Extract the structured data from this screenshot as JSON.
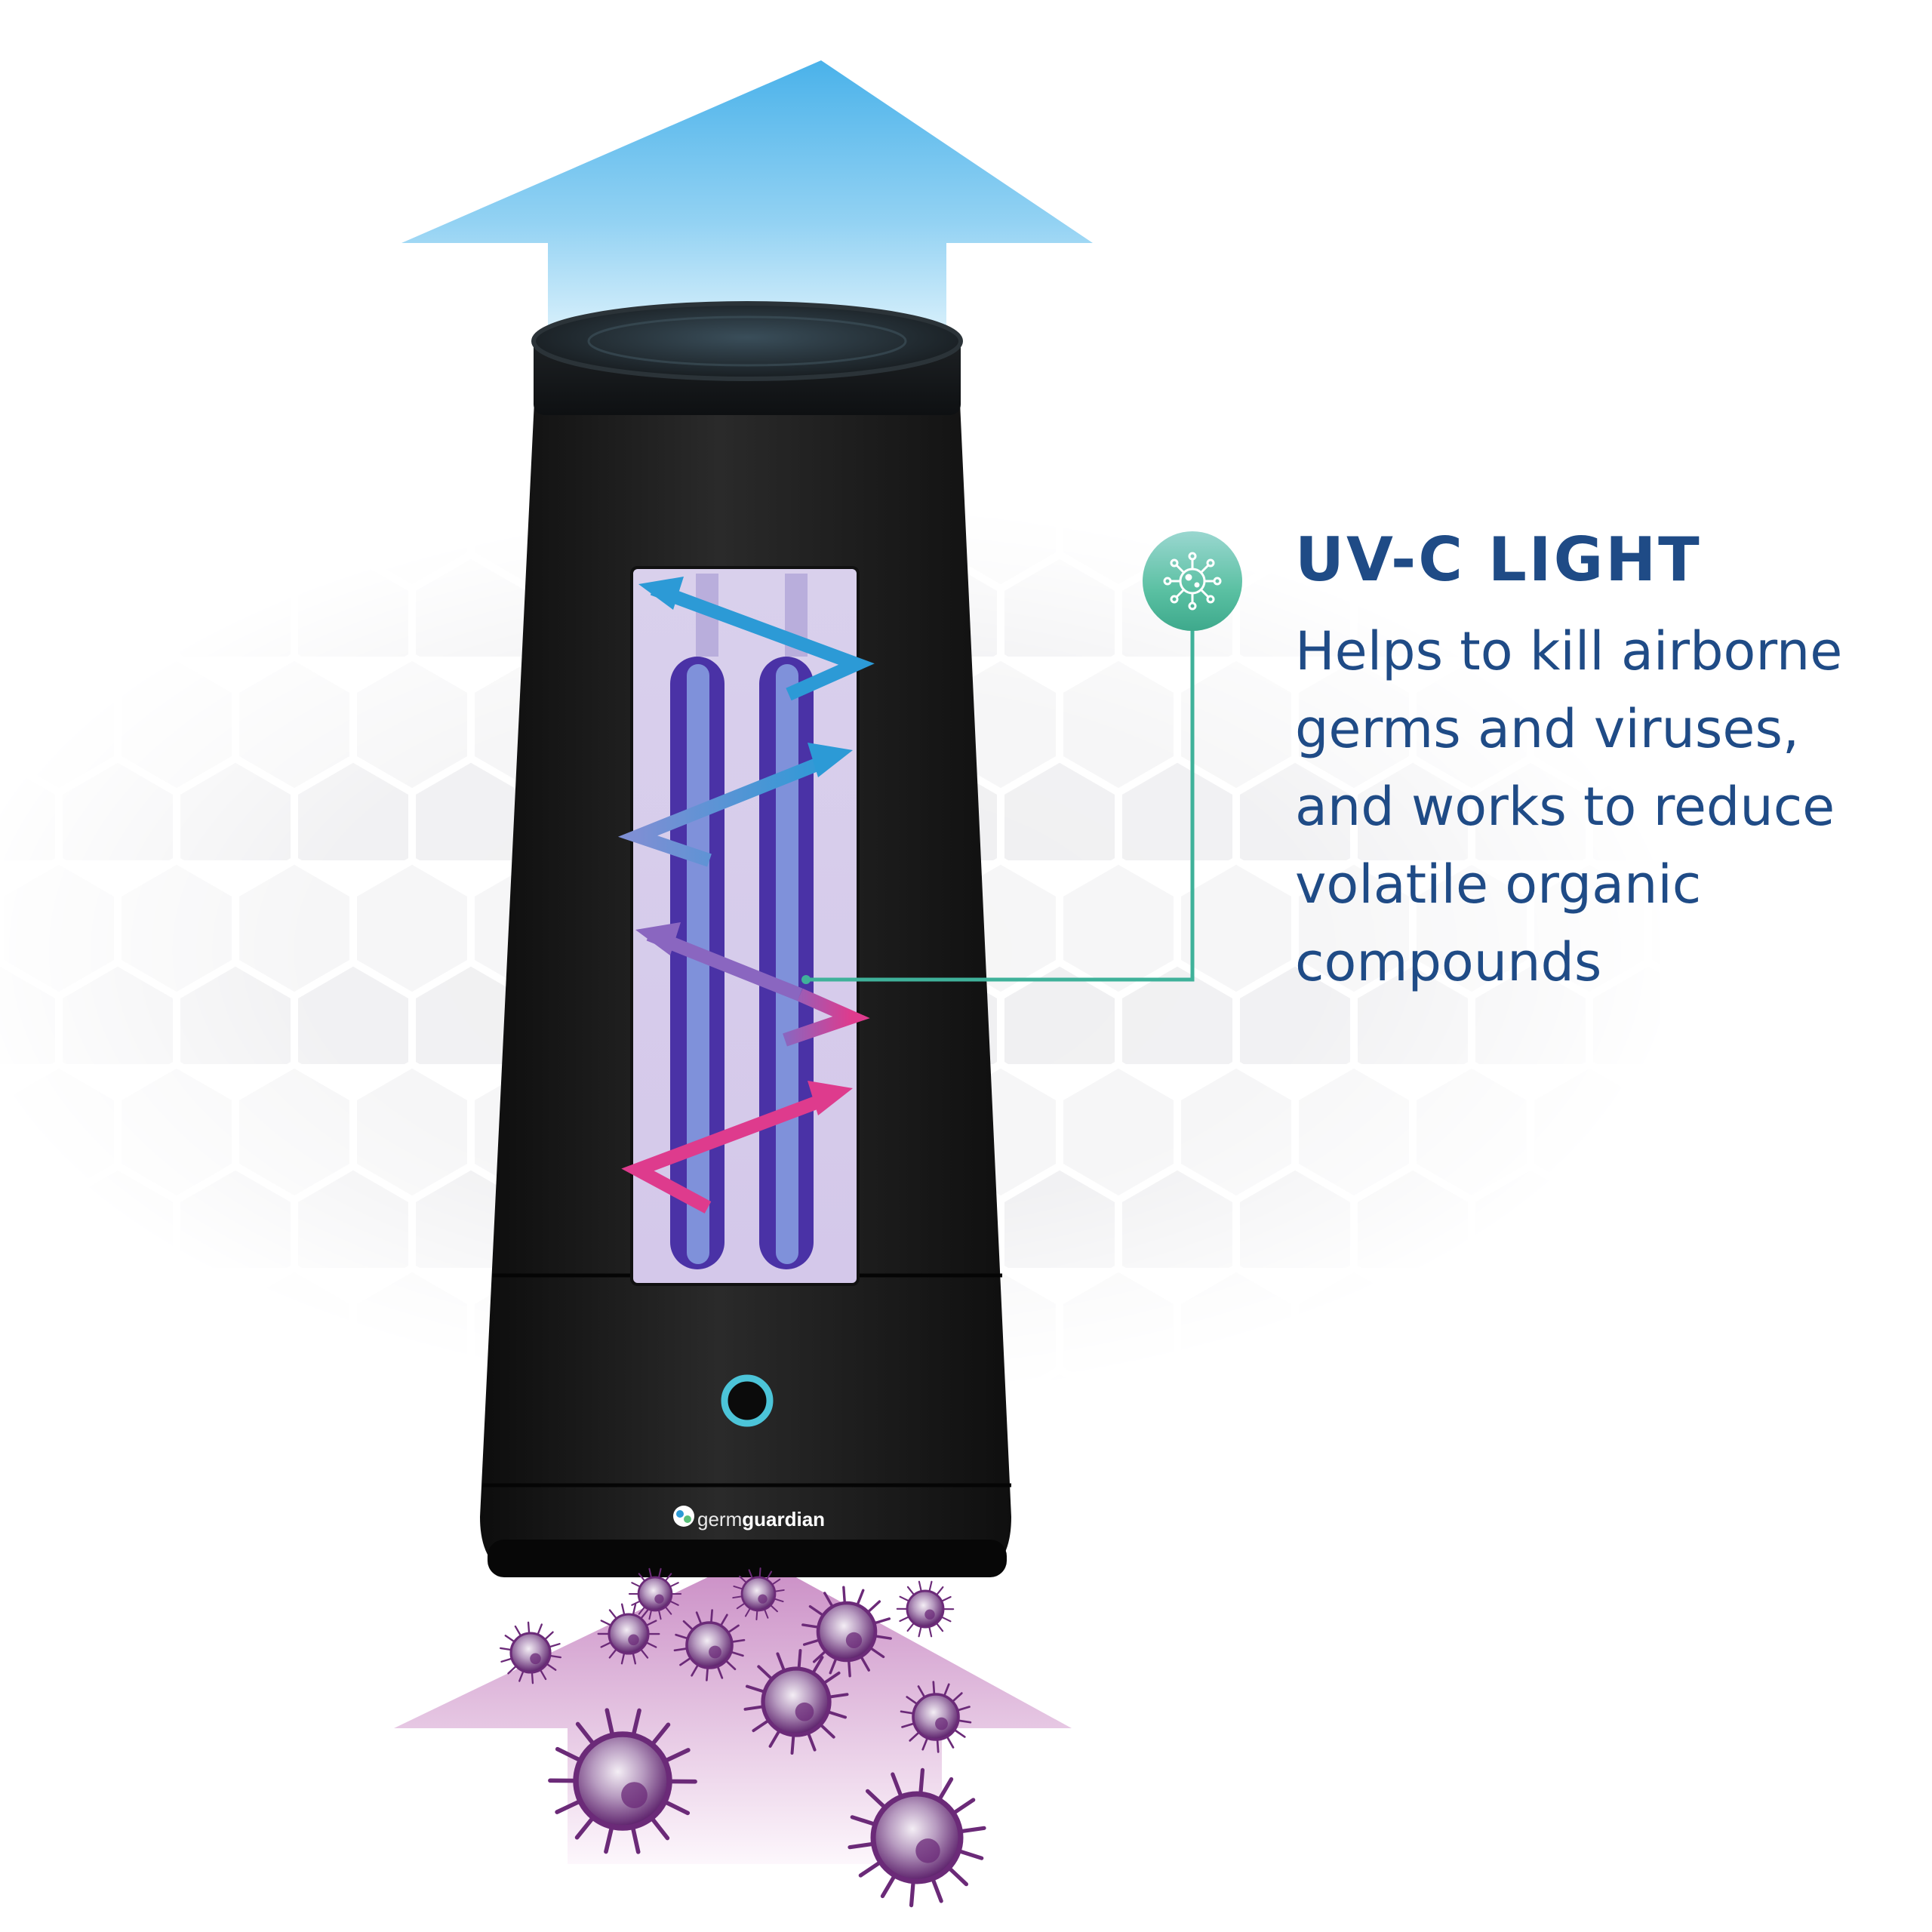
{
  "feature": {
    "title": "UV-C LIGHT",
    "description": "Helps to kill airborne germs and viruses, and works to reduce volatile organic compounds",
    "icon": "virus-icon"
  },
  "brand": {
    "prefix": "germ",
    "suffix": "guardian"
  },
  "colors": {
    "heading": "#1f4b86",
    "callout_line": "#3fb19a",
    "clean_air_arrow": "#4ab2ea",
    "dirty_air_arrow": "#c98bc4",
    "device_body": "#1b1b1b",
    "uv_chamber": "#d7ccea",
    "uv_bulb": "#4a32a6",
    "airflow_clean": "#2c9ad6",
    "airflow_dirty": "#de3b8d",
    "germ": "#6b2a78"
  }
}
